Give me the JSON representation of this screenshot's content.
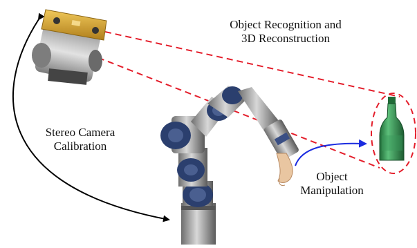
{
  "labels": {
    "recognition": [
      "Object Recognition and",
      "3D Reconstruction"
    ],
    "calibration": [
      "Stereo Camera",
      "Calibration"
    ],
    "manipulation": [
      "Object",
      "Manipulation"
    ]
  },
  "colors": {
    "view_lines": "#e41e2b",
    "manipulation_arrow": "#1a2be0",
    "calibration_arrow": "#000000",
    "camera_body": "#d2a232",
    "robot_joint": "#2b3f6e",
    "bottle": "#2f8a4c"
  },
  "icons": {
    "camera": "stereo-camera-icon",
    "robot": "robot-arm-icon",
    "bottle": "bottle-icon"
  }
}
